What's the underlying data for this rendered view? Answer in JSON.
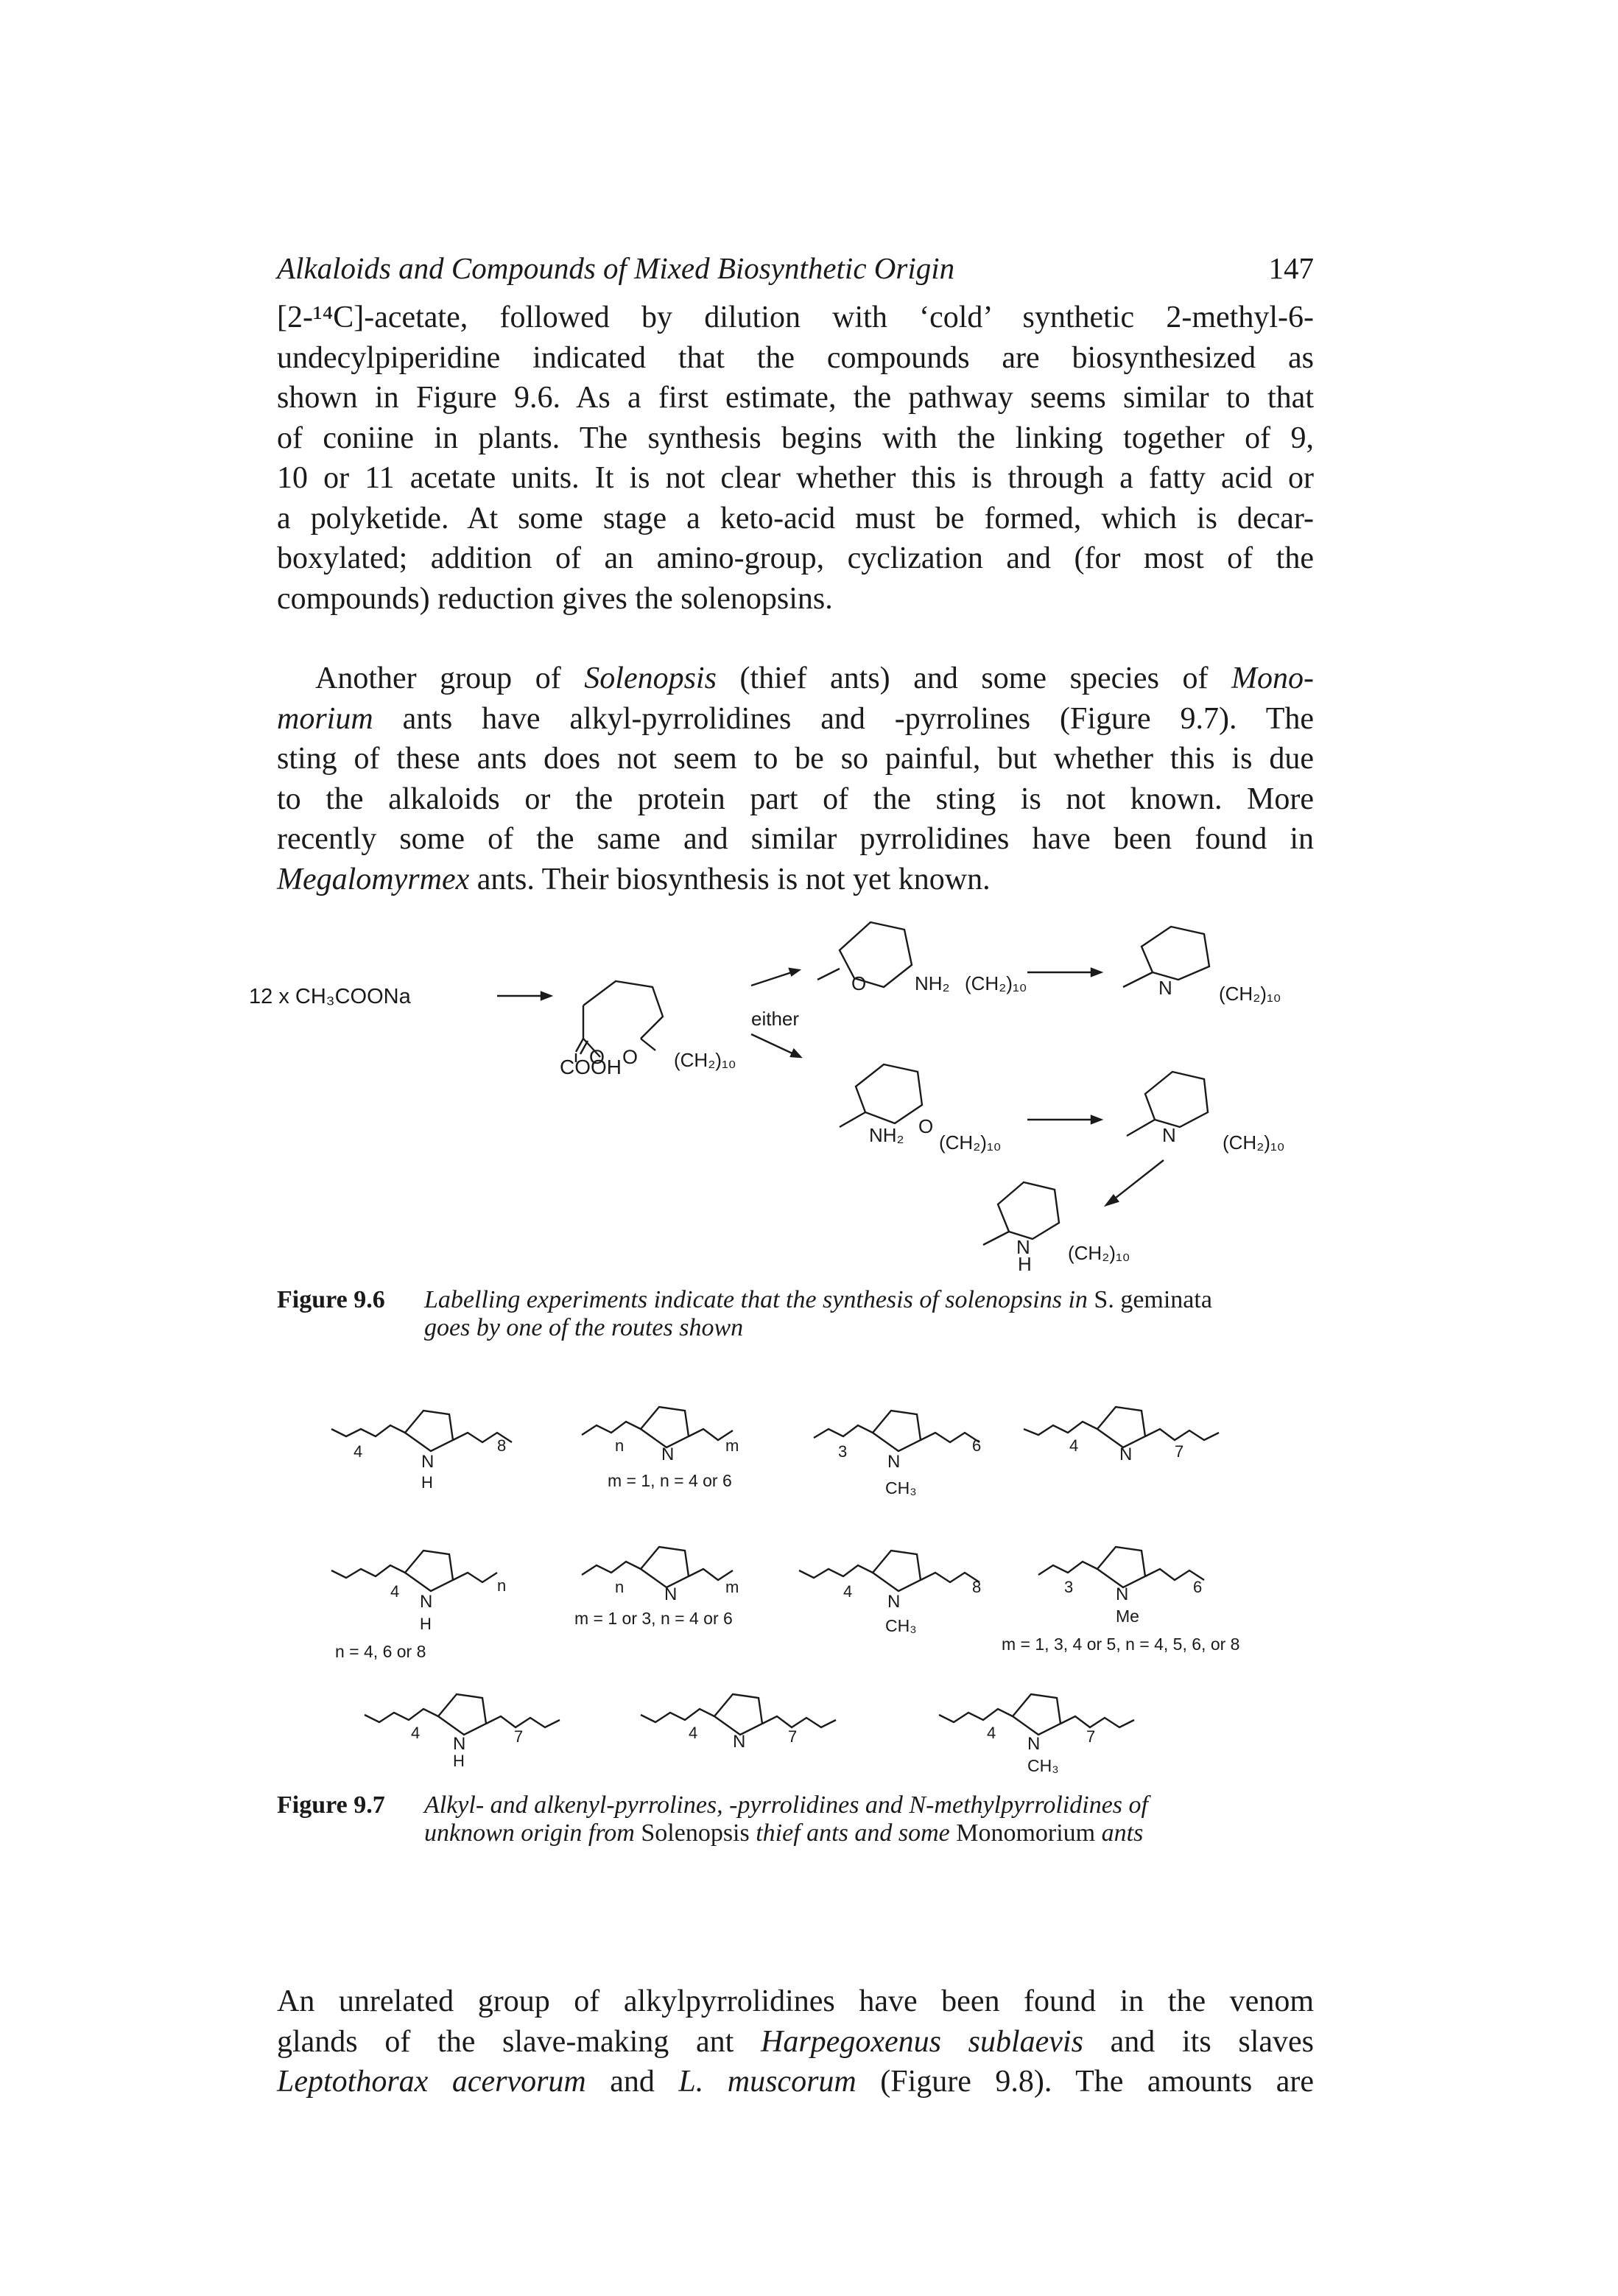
{
  "header": {
    "running_title": "Alkaloids and Compounds of Mixed Biosynthetic Origin",
    "page_number": "147"
  },
  "para1": {
    "lines": [
      "[2-¹⁴C]-acetate, followed by dilution with ‘cold’ synthetic 2-methyl-6-",
      "undecylpiperidine indicated that the compounds are biosynthesized as",
      "shown in Figure 9.6. As a first estimate, the pathway seems similar to that",
      "of coniine in plants. The synthesis begins with the linking together of 9,",
      "10 or 11 acetate units. It is not clear whether this is through a fatty acid or",
      "a polyketide. At some stage a keto-acid must be formed, which is decar-",
      "boxylated; addition of an amino-group, cyclization and (for most of the",
      "compounds) reduction gives the solenopsins."
    ]
  },
  "para2": {
    "l1a": "Another group of ",
    "l1b": "Solenopsis",
    "l1c": " (thief ants) and some species of ",
    "l1d": "Mono-",
    "l2a": "morium",
    "l2b": " ants have alkyl-pyrrolidines and -pyrrolines (Figure 9.7). The",
    "l3": "sting of these ants does not seem to be so painful, but whether this is due",
    "l4": "to the alkaloids or the protein part of the sting is not known. More",
    "l5": "recently some of the same and similar pyrrolidines have been found in",
    "l6a": "Megalomyrmex",
    "l6b": " ants. Their biosynthesis is not yet known."
  },
  "figure96": {
    "reagent": "12 x CH₃COONa",
    "either": "either",
    "labels": {
      "O": "O",
      "COOH": "COOH",
      "NH2": "NH₂",
      "N": "N",
      "H": "H",
      "ch2_10": "(CH₂)₁₀"
    },
    "caption_label": "Figure 9.6",
    "caption_a": "Labelling experiments indicate that the synthesis of solenopsins in ",
    "caption_b": "S. geminata",
    "caption_c": "goes by one of the routes shown"
  },
  "figure97": {
    "labels": {
      "N": "N",
      "H": "H",
      "CH3": "CH₃",
      "Me": "Me",
      "n": "n",
      "m": "m",
      "sub4": "4",
      "sub8": "8",
      "sub3": "3",
      "sub6": "6",
      "sub7": "7"
    },
    "cond1": "m = 1, n = 4 or 6",
    "cond2": "n = 4, 6 or 8",
    "cond3": "m = 1 or 3, n = 4 or 6",
    "cond4": "m = 1, 3, 4 or 5, n = 4, 5, 6, or 8",
    "caption_label": "Figure 9.7",
    "caption_a": "Alkyl- and alkenyl-pyrrolines, -pyrrolidines and N-methylpyrrolidines of",
    "caption_b": "unknown origin from ",
    "caption_c": "Solenopsis",
    "caption_d": " thief ants and some ",
    "caption_e": "Monomorium",
    "caption_f": " ants"
  },
  "para3": {
    "l1": "An unrelated group of alkylpyrrolidines have been found in the venom",
    "l2a": "glands of the slave-making ant ",
    "l2b": "Harpegoxenus sublaevis",
    "l2c": " and its slaves",
    "l3a": "Leptothorax acervorum",
    "l3b": " and ",
    "l3c": "L. muscorum",
    "l3d": " (Figure 9.8). The amounts are"
  }
}
